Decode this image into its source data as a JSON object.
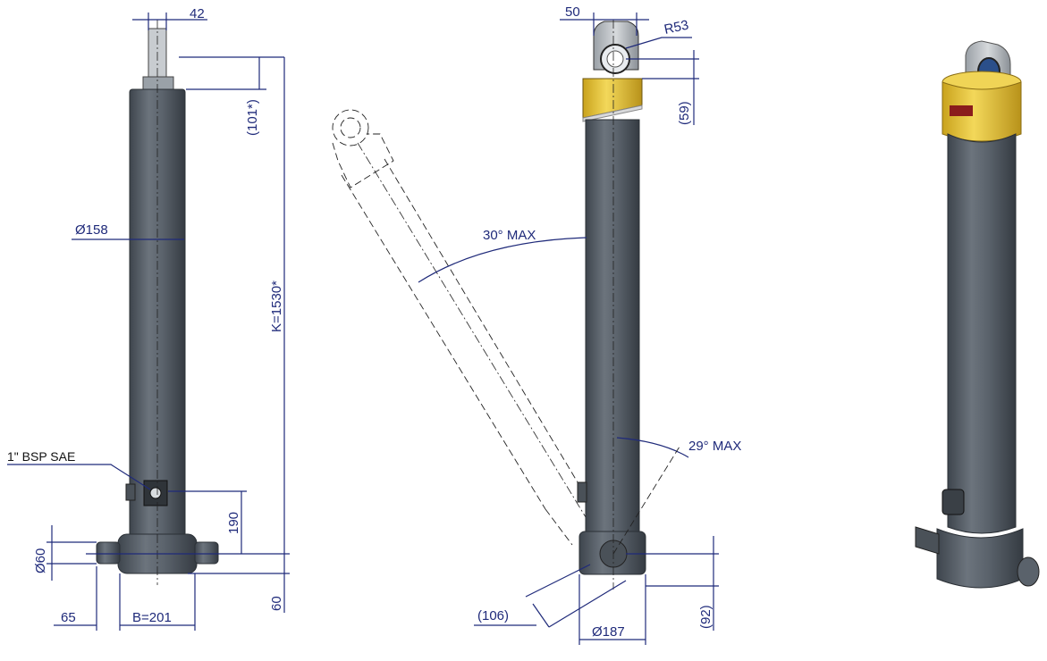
{
  "front_view": {
    "rod_width": "42",
    "stroke_reserve": "(101*)",
    "closed_length": "K=1530*",
    "outer_diameter": "Ø158",
    "port_label": "1\" BSP SAE",
    "port_height": "190",
    "trunnion_diameter": "Ø60",
    "trunnion_offset": "65",
    "base_width": "B=201",
    "bottom_offset": "60"
  },
  "side_view": {
    "eye_width": "50",
    "eye_radius": "R53",
    "eye_offset": "(59)",
    "tilt_forward": "30° MAX",
    "tilt_back": "29° MAX",
    "pivot_offset": "(106)",
    "base_diameter": "Ø187",
    "base_offset": "(92)"
  },
  "colors": {
    "dimension": "#1f2a7a",
    "cylinder_body": "#59616b",
    "collar": "#e8c53a"
  }
}
